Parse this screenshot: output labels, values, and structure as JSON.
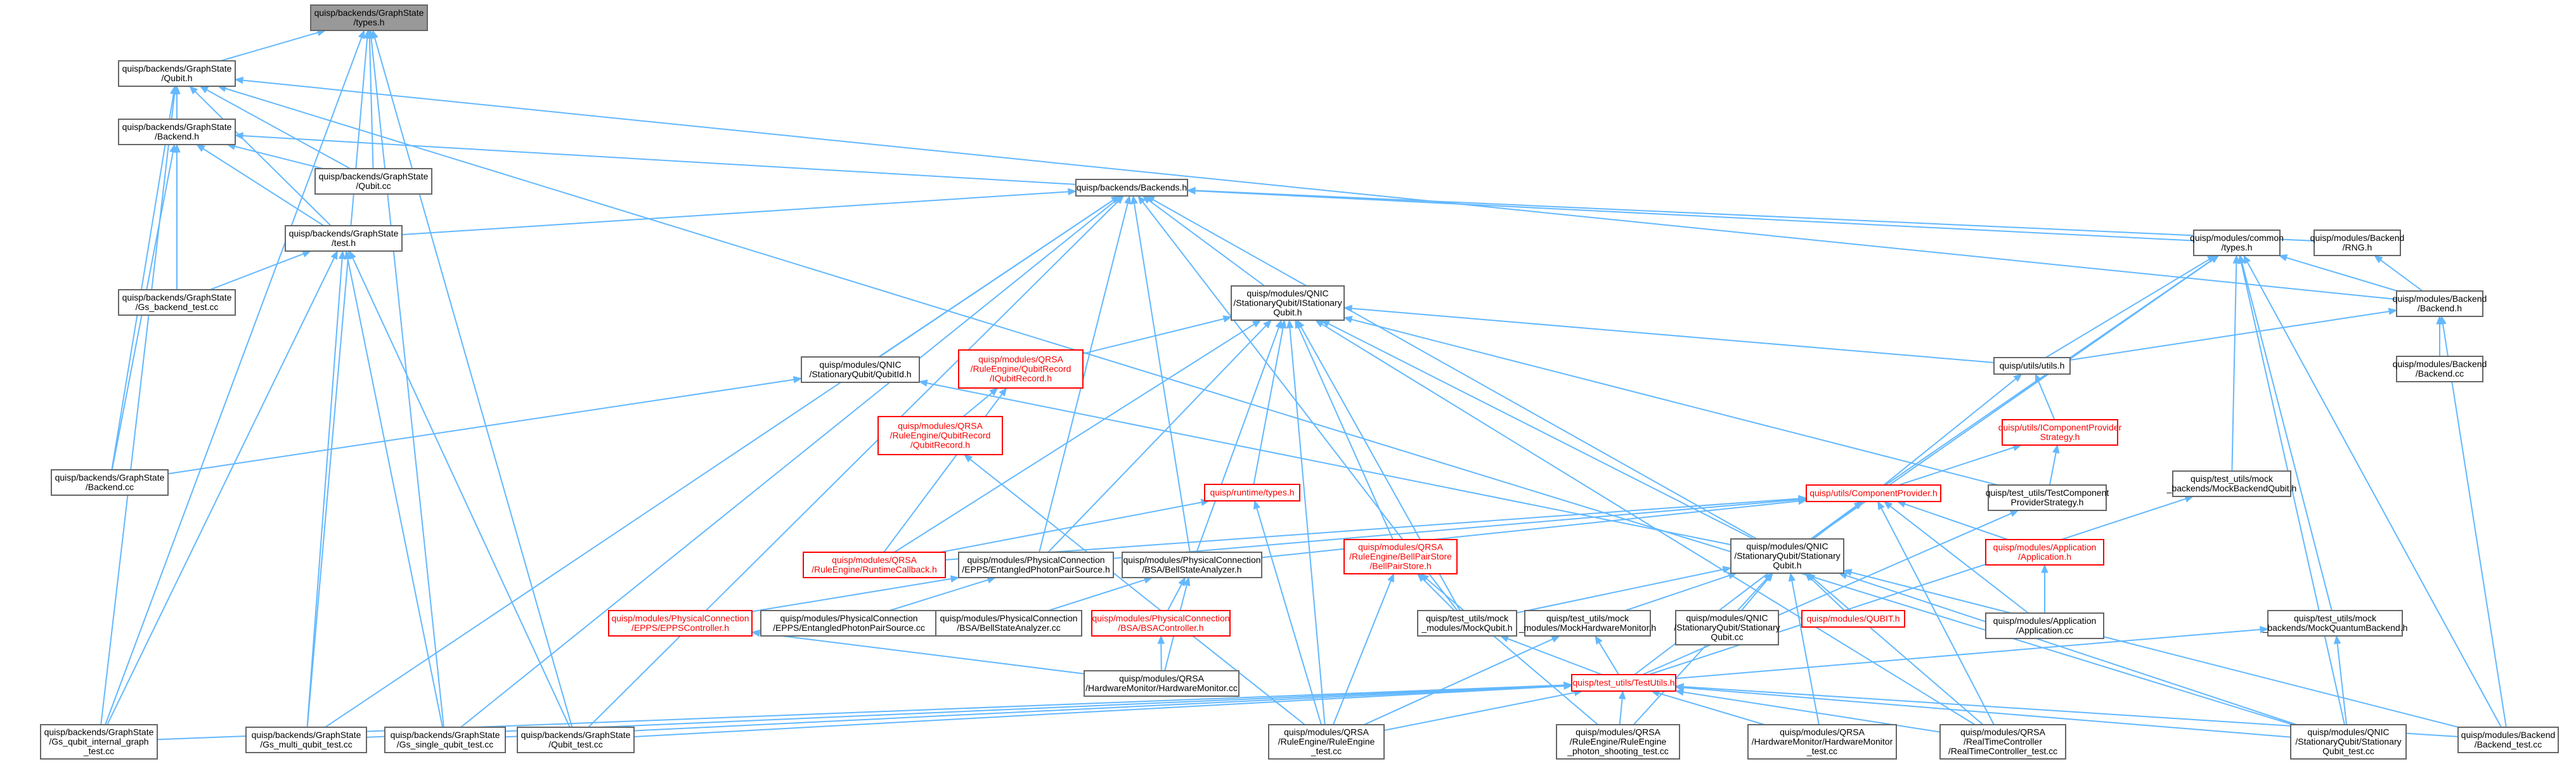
{
  "diagram": {
    "nodes": [
      {
        "id": "types_h",
        "lines": [
          "quisp/backends/GraphState",
          "/types.h"
        ],
        "style": "root"
      },
      {
        "id": "qubit_h",
        "lines": [
          "quisp/backends/GraphState",
          "/Qubit.h"
        ],
        "style": "normal"
      },
      {
        "id": "backend_h",
        "lines": [
          "quisp/backends/GraphState",
          "/Backend.h"
        ],
        "style": "normal"
      },
      {
        "id": "qubit_cc",
        "lines": [
          "quisp/backends/GraphState",
          "/Qubit.cc"
        ],
        "style": "normal"
      },
      {
        "id": "backends_h",
        "lines": [
          "quisp/backends/Backends.h"
        ],
        "style": "normal"
      },
      {
        "id": "test_h",
        "lines": [
          "quisp/backends/GraphState",
          "/test.h"
        ],
        "style": "normal"
      },
      {
        "id": "gs_backend_test",
        "lines": [
          "quisp/backends/GraphState",
          "/Gs_backend_test.cc"
        ],
        "style": "normal"
      },
      {
        "id": "backend_cc",
        "lines": [
          "quisp/backends/GraphState",
          "/Backend.cc"
        ],
        "style": "normal"
      },
      {
        "id": "common_types",
        "lines": [
          "quisp/modules/common",
          "/types.h"
        ],
        "style": "normal"
      },
      {
        "id": "rng_h",
        "lines": [
          "quisp/modules/Backend",
          "/RNG.h"
        ],
        "style": "normal"
      },
      {
        "id": "mod_backend_h",
        "lines": [
          "quisp/modules/Backend",
          "/Backend.h"
        ],
        "style": "normal"
      },
      {
        "id": "mod_backend_cc",
        "lines": [
          "quisp/modules/Backend",
          "/Backend.cc"
        ],
        "style": "normal"
      },
      {
        "id": "istat_qubit",
        "lines": [
          "quisp/modules/QNIC",
          "/StationaryQubit/IStationary",
          "Qubit.h"
        ],
        "style": "normal"
      },
      {
        "id": "qubit_id",
        "lines": [
          "quisp/modules/QNIC",
          "/StationaryQubit/QubitId.h"
        ],
        "style": "normal"
      },
      {
        "id": "iqubit_record",
        "lines": [
          "quisp/modules/QRSA",
          "/RuleEngine/QubitRecord",
          "/IQubitRecord.h"
        ],
        "style": "red"
      },
      {
        "id": "qubit_record",
        "lines": [
          "quisp/modules/QRSA",
          "/RuleEngine/QubitRecord",
          "/QubitRecord.h"
        ],
        "style": "red"
      },
      {
        "id": "utils_h",
        "lines": [
          "quisp/utils/utils.h"
        ],
        "style": "normal"
      },
      {
        "id": "icomp_strategy",
        "lines": [
          "quisp/utils/IComponentProvider",
          "Strategy.h"
        ],
        "style": "red"
      },
      {
        "id": "mock_backend_qubit",
        "lines": [
          "quisp/test_utils/mock",
          "_backends/MockBackendQubit.h"
        ],
        "style": "normal"
      },
      {
        "id": "runtime_types",
        "lines": [
          "quisp/runtime/types.h"
        ],
        "style": "red"
      },
      {
        "id": "comp_provider",
        "lines": [
          "quisp/utils/ComponentProvider.h"
        ],
        "style": "red"
      },
      {
        "id": "test_comp_strategy",
        "lines": [
          "quisp/test_utils/TestComponent",
          "ProviderStrategy.h"
        ],
        "style": "normal"
      },
      {
        "id": "runtime_callback",
        "lines": [
          "quisp/modules/QRSA",
          "/RuleEngine/RuntimeCallback.h"
        ],
        "style": "red"
      },
      {
        "id": "epps_source_h",
        "lines": [
          "quisp/modules/PhysicalConnection",
          "/EPPS/EntangledPhotonPairSource.h"
        ],
        "style": "normal"
      },
      {
        "id": "bsa_h",
        "lines": [
          "quisp/modules/PhysicalConnection",
          "/BSA/BellStateAnalyzer.h"
        ],
        "style": "normal"
      },
      {
        "id": "bellpair_store",
        "lines": [
          "quisp/modules/QRSA",
          "/RuleEngine/BellPairStore",
          "/BellPairStore.h"
        ],
        "style": "red"
      },
      {
        "id": "stat_qubit_h",
        "lines": [
          "quisp/modules/QNIC",
          "/StationaryQubit/Stationary",
          "Qubit.h"
        ],
        "style": "normal"
      },
      {
        "id": "application_h",
        "lines": [
          "quisp/modules/Application",
          "/Application.h"
        ],
        "style": "red"
      },
      {
        "id": "application_cc",
        "lines": [
          "quisp/modules/Application",
          "/Application.cc"
        ],
        "style": "normal"
      },
      {
        "id": "mock_qt_backend",
        "lines": [
          "quisp/test_utils/mock",
          "_backends/MockQuantumBackend.h"
        ],
        "style": "normal"
      },
      {
        "id": "epps_controller",
        "lines": [
          "quisp/modules/PhysicalConnection",
          "/EPPS/EPPSController.h"
        ],
        "style": "red"
      },
      {
        "id": "epps_source_cc",
        "lines": [
          "quisp/modules/PhysicalConnection",
          "/EPPS/EntangledPhotonPairSource.cc"
        ],
        "style": "normal"
      },
      {
        "id": "bsa_cc",
        "lines": [
          "quisp/modules/PhysicalConnection",
          "/BSA/BellStateAnalyzer.cc"
        ],
        "style": "normal"
      },
      {
        "id": "bsa_controller",
        "lines": [
          "quisp/modules/PhysicalConnection",
          "/BSA/BSAController.h"
        ],
        "style": "red"
      },
      {
        "id": "mock_qubit",
        "lines": [
          "quisp/test_utils/mock",
          "_modules/MockQubit.h"
        ],
        "style": "normal"
      },
      {
        "id": "mock_hw_monitor",
        "lines": [
          "quisp/test_utils/mock",
          "_modules/MockHardwareMonitor.h"
        ],
        "style": "normal"
      },
      {
        "id": "stat_qubit_cc",
        "lines": [
          "quisp/modules/QNIC",
          "/StationaryQubit/Stationary",
          "Qubit.cc"
        ],
        "style": "normal"
      },
      {
        "id": "qubit_h_red",
        "lines": [
          "quisp/modules/QUBIT.h"
        ],
        "style": "red"
      },
      {
        "id": "hw_monitor_cc",
        "lines": [
          "quisp/modules/QRSA",
          "/HardwareMonitor/HardwareMonitor.cc"
        ],
        "style": "normal"
      },
      {
        "id": "test_utils",
        "lines": [
          "quisp/test_utils/TestUtils.h"
        ],
        "style": "red"
      },
      {
        "id": "gs_internal_graph",
        "lines": [
          "quisp/backends/GraphState",
          "/Gs_qubit_internal_graph",
          "_test.cc"
        ],
        "style": "normal"
      },
      {
        "id": "gs_multi",
        "lines": [
          "quisp/backends/GraphState",
          "/Gs_multi_qubit_test.cc"
        ],
        "style": "normal"
      },
      {
        "id": "gs_single",
        "lines": [
          "quisp/backends/GraphState",
          "/Gs_single_qubit_test.cc"
        ],
        "style": "normal"
      },
      {
        "id": "gs_qubit_test",
        "lines": [
          "quisp/backends/GraphState",
          "/Qubit_test.cc"
        ],
        "style": "normal"
      },
      {
        "id": "rule_engine_test",
        "lines": [
          "quisp/modules/QRSA",
          "/RuleEngine/RuleEngine",
          "_test.cc"
        ],
        "style": "normal"
      },
      {
        "id": "photon_test",
        "lines": [
          "quisp/modules/QRSA",
          "/RuleEngine/RuleEngine",
          "_photon_shooting_test.cc"
        ],
        "style": "normal"
      },
      {
        "id": "hw_monitor_test",
        "lines": [
          "quisp/modules/QRSA",
          "/HardwareMonitor/HardwareMonitor",
          "_test.cc"
        ],
        "style": "normal"
      },
      {
        "id": "rt_controller_test",
        "lines": [
          "quisp/modules/QRSA",
          "/RealTimeController",
          "/RealTimeController_test.cc"
        ],
        "style": "normal"
      },
      {
        "id": "stat_qubit_test",
        "lines": [
          "quisp/modules/QNIC",
          "/StationaryQubit/Stationary",
          "Qubit_test.cc"
        ],
        "style": "normal"
      },
      {
        "id": "mod_backend_test",
        "lines": [
          "quisp/modules/Backend",
          "/Backend_test.cc"
        ],
        "style": "normal"
      }
    ],
    "edges": [
      [
        "qubit_h",
        "types_h"
      ],
      [
        "backend_h",
        "qubit_h"
      ],
      [
        "qubit_cc",
        "qubit_h"
      ],
      [
        "qubit_cc",
        "types_h"
      ],
      [
        "backends_h",
        "backend_h"
      ],
      [
        "test_h",
        "backend_h"
      ],
      [
        "test_h",
        "qubit_h"
      ],
      [
        "gs_backend_test",
        "backend_h"
      ],
      [
        "gs_backend_test",
        "qubit_h"
      ],
      [
        "backend_cc",
        "backend_h"
      ],
      [
        "backend_cc",
        "qubit_h"
      ],
      [
        "qubit_cc",
        "backend_h"
      ],
      [
        "test_h",
        "backends_h"
      ],
      [
        "gs_backend_test",
        "test_h"
      ],
      [
        "common_types",
        "backends_h"
      ],
      [
        "rng_h",
        "backends_h"
      ],
      [
        "mod_backend_h",
        "rng_h"
      ],
      [
        "mod_backend_h",
        "common_types"
      ],
      [
        "mod_backend_h",
        "qubit_h"
      ],
      [
        "mod_backend_cc",
        "mod_backend_h"
      ],
      [
        "istat_qubit",
        "backends_h"
      ],
      [
        "qubit_id",
        "backends_h"
      ],
      [
        "backend_cc",
        "qubit_id"
      ],
      [
        "iqubit_record",
        "istat_qubit"
      ],
      [
        "qubit_record",
        "iqubit_record"
      ],
      [
        "utils_h",
        "mod_backend_h"
      ],
      [
        "utils_h",
        "common_types"
      ],
      [
        "utils_h",
        "istat_qubit"
      ],
      [
        "icomp_strategy",
        "utils_h"
      ],
      [
        "mock_backend_qubit",
        "common_types"
      ],
      [
        "runtime_types",
        "istat_qubit"
      ],
      [
        "comp_provider",
        "icomp_strategy"
      ],
      [
        "comp_provider",
        "utils_h"
      ],
      [
        "comp_provider",
        "common_types"
      ],
      [
        "test_comp_strategy",
        "icomp_strategy"
      ],
      [
        "test_comp_strategy",
        "istat_qubit"
      ],
      [
        "runtime_callback",
        "istat_qubit"
      ],
      [
        "runtime_callback",
        "runtime_types"
      ],
      [
        "runtime_callback",
        "iqubit_record"
      ],
      [
        "runtime_callback",
        "comp_provider"
      ],
      [
        "epps_source_h",
        "comp_provider"
      ],
      [
        "epps_source_h",
        "istat_qubit"
      ],
      [
        "epps_source_h",
        "backends_h"
      ],
      [
        "bsa_h",
        "istat_qubit"
      ],
      [
        "bsa_h",
        "backends_h"
      ],
      [
        "bsa_h",
        "comp_provider"
      ],
      [
        "bellpair_store",
        "istat_qubit"
      ],
      [
        "stat_qubit_h",
        "comp_provider"
      ],
      [
        "stat_qubit_h",
        "istat_qubit"
      ],
      [
        "stat_qubit_h",
        "backends_h"
      ],
      [
        "stat_qubit_h",
        "qubit_id"
      ],
      [
        "stat_qubit_h",
        "common_types"
      ],
      [
        "application_h",
        "comp_provider"
      ],
      [
        "application_cc",
        "application_h"
      ],
      [
        "application_cc",
        "comp_provider"
      ],
      [
        "mock_qt_backend",
        "common_types"
      ],
      [
        "epps_controller",
        "epps_source_h"
      ],
      [
        "epps_source_cc",
        "epps_source_h"
      ],
      [
        "bsa_cc",
        "bsa_h"
      ],
      [
        "bsa_controller",
        "bsa_h"
      ],
      [
        "hw_monitor_cc",
        "bsa_controller"
      ],
      [
        "hw_monitor_cc",
        "bsa_h"
      ],
      [
        "hw_monitor_cc",
        "epps_controller"
      ],
      [
        "mock_qubit",
        "stat_qubit_h"
      ],
      [
        "mock_qubit",
        "bellpair_store"
      ],
      [
        "mock_qubit",
        "istat_qubit"
      ],
      [
        "mock_qubit",
        "backends_h"
      ],
      [
        "mock_hw_monitor",
        "stat_qubit_h"
      ],
      [
        "stat_qubit_cc",
        "stat_qubit_h"
      ],
      [
        "qubit_h_red",
        "stat_qubit_h"
      ],
      [
        "test_utils",
        "mock_qubit"
      ],
      [
        "test_utils",
        "mock_hw_monitor"
      ],
      [
        "test_utils",
        "test_comp_strategy"
      ],
      [
        "test_utils",
        "mock_backend_qubit"
      ],
      [
        "test_utils",
        "mock_qt_backend"
      ],
      [
        "test_utils",
        "comp_provider"
      ],
      [
        "gs_internal_graph",
        "test_utils"
      ],
      [
        "gs_internal_graph",
        "types_h"
      ],
      [
        "gs_internal_graph",
        "qubit_h"
      ],
      [
        "gs_internal_graph",
        "test_h"
      ],
      [
        "gs_multi",
        "test_utils"
      ],
      [
        "gs_multi",
        "types_h"
      ],
      [
        "gs_multi",
        "test_h"
      ],
      [
        "gs_multi",
        "backends_h"
      ],
      [
        "gs_single",
        "test_utils"
      ],
      [
        "gs_single",
        "types_h"
      ],
      [
        "gs_single",
        "test_h"
      ],
      [
        "gs_single",
        "backends_h"
      ],
      [
        "gs_qubit_test",
        "test_utils"
      ],
      [
        "gs_qubit_test",
        "types_h"
      ],
      [
        "gs_qubit_test",
        "test_h"
      ],
      [
        "gs_qubit_test",
        "backends_h"
      ],
      [
        "rule_engine_test",
        "test_utils"
      ],
      [
        "rule_engine_test",
        "qubit_record"
      ],
      [
        "rule_engine_test",
        "bellpair_store"
      ],
      [
        "rule_engine_test",
        "runtime_types"
      ],
      [
        "rule_engine_test",
        "istat_qubit"
      ],
      [
        "rule_engine_test",
        "mock_hw_monitor"
      ],
      [
        "photon_test",
        "test_utils"
      ],
      [
        "photon_test",
        "bellpair_store"
      ],
      [
        "photon_test",
        "stat_qubit_h"
      ],
      [
        "hw_monitor_test",
        "test_utils"
      ],
      [
        "hw_monitor_test",
        "stat_qubit_h"
      ],
      [
        "rt_controller_test",
        "test_utils"
      ],
      [
        "rt_controller_test",
        "stat_qubit_h"
      ],
      [
        "rt_controller_test",
        "istat_qubit"
      ],
      [
        "rt_controller_test",
        "comp_provider"
      ],
      [
        "stat_qubit_test",
        "test_utils"
      ],
      [
        "stat_qubit_test",
        "mock_qt_backend"
      ],
      [
        "stat_qubit_test",
        "common_types"
      ],
      [
        "stat_qubit_test",
        "qubit_h"
      ],
      [
        "stat_qubit_test",
        "stat_qubit_h"
      ],
      [
        "mod_backend_test",
        "mod_backend_h"
      ],
      [
        "mod_backend_test",
        "test_utils"
      ],
      [
        "mod_backend_test",
        "common_types"
      ],
      [
        "mod_backend_test",
        "stat_qubit_h"
      ]
    ]
  }
}
